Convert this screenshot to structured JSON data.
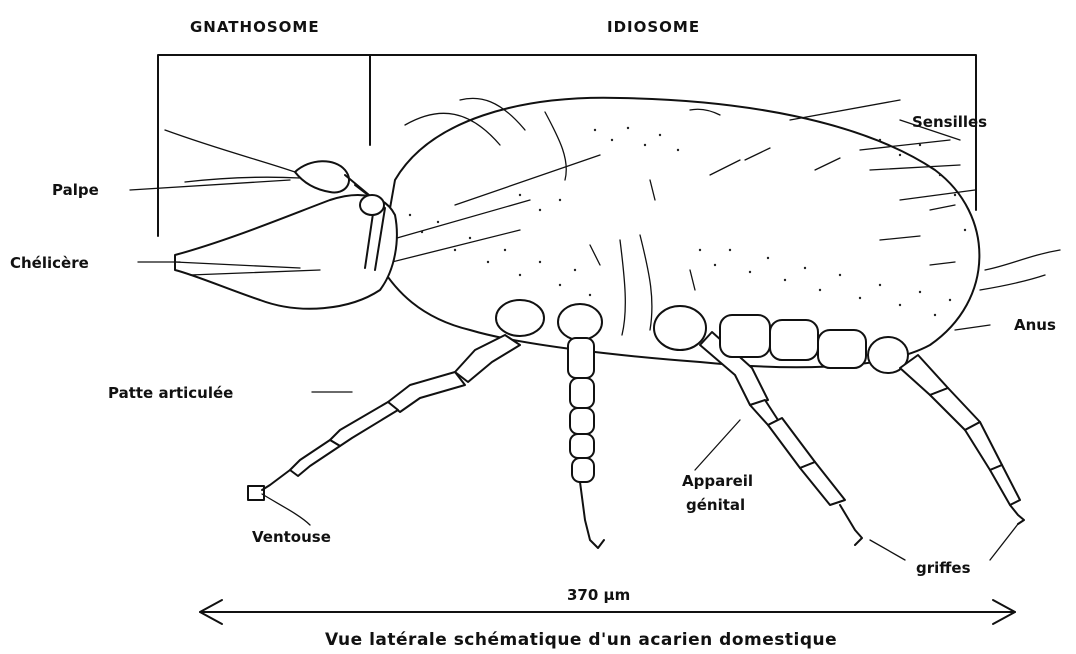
{
  "sections": {
    "gnathosome": "GNATHOSOME",
    "idiosome": "IDIOSOME"
  },
  "labels": {
    "palpe": "Palpe",
    "chelicere": "Chélicère",
    "patte": "Patte articulée",
    "ventouse": "Ventouse",
    "sensilles": "Sensilles",
    "anus": "Anus",
    "appareil_line1": "Appareil",
    "appareil_line2": "génital",
    "griffes": "griffes"
  },
  "scale": "370 µm",
  "caption": "Vue latérale schématique d'un acarien domestique"
}
